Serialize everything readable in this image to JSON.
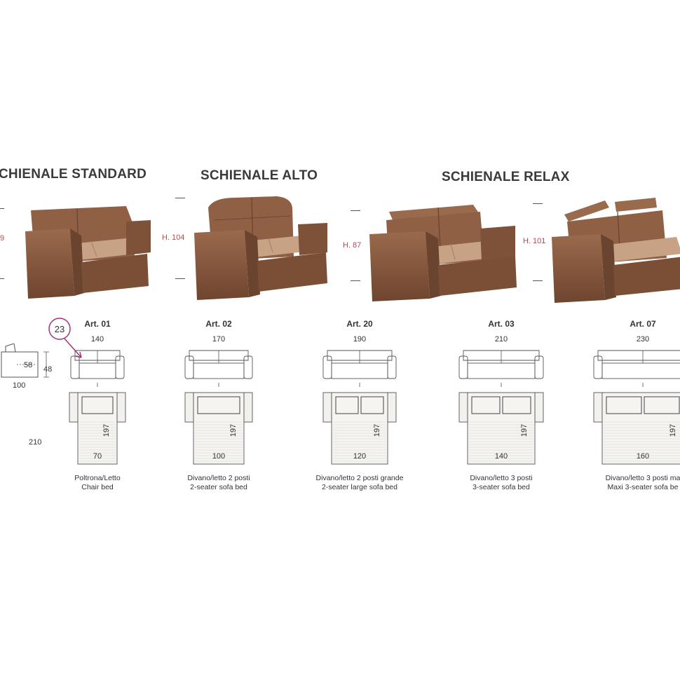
{
  "headings": {
    "standard": "CHIENALE STANDARD",
    "alto": "SCHIENALE ALTO",
    "relax": "SCHIENALE RELAX"
  },
  "heights": {
    "standard_partial": "9",
    "alto": "H. 104",
    "relax_low": "H. 87",
    "relax_high": "H. 101"
  },
  "armchair_side": {
    "seat": "58",
    "height": "48",
    "depth": "100"
  },
  "callout": "23",
  "models": [
    {
      "art": "Art. 01",
      "width": "140",
      "open_length": "210",
      "mattress_length": "197",
      "mattress_width": "70",
      "caption_it": "Poltrona/Letto",
      "caption_en": "Chair bed"
    },
    {
      "art": "Art. 02",
      "width": "170",
      "mattress_length": "197",
      "mattress_width": "100",
      "caption_it": "Divano/letto 2 posti",
      "caption_en": "2-seater sofa bed"
    },
    {
      "art": "Art. 20",
      "width": "190",
      "mattress_length": "197",
      "mattress_width": "120",
      "caption_it": "Divano/letto 2 posti grande",
      "caption_en": "2-seater large sofa bed"
    },
    {
      "art": "Art. 03",
      "width": "210",
      "mattress_length": "197",
      "mattress_width": "140",
      "caption_it": "Divano/letto 3 posti",
      "caption_en": "3-seater sofa bed"
    },
    {
      "art": "Art. 07",
      "width": "230",
      "mattress_length": "197",
      "mattress_width": "160",
      "caption_it": "Divano/letto 3 posti ma",
      "caption_en": "Maxi 3-seater sofa be"
    }
  ],
  "colors": {
    "leather": "#8a5a3e",
    "cushion": "#c9a487",
    "heading": "#3a3a3a",
    "height_label": "#b24b55",
    "callout": "#a5327a"
  }
}
